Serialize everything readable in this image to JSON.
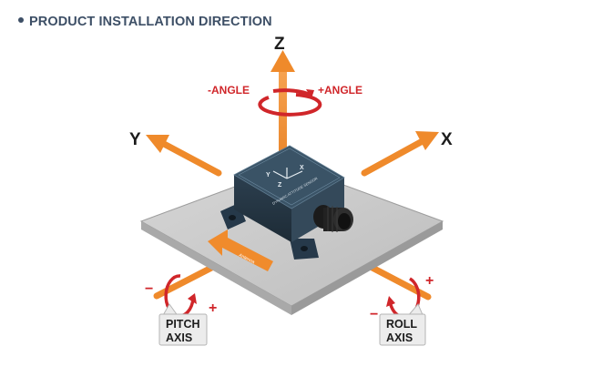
{
  "heading": "PRODUCT INSTALLATION DIRECTION",
  "axes": {
    "z": "Z",
    "y": "Y",
    "x": "X"
  },
  "z_rotation": {
    "negative_label": "-ANGLE",
    "positive_label": "+ANGLE"
  },
  "pitch": {
    "line1": "PITCH",
    "line2": "AXIS",
    "minus": "−",
    "plus": "+"
  },
  "roll": {
    "line1": "ROLL",
    "line2": "AXIS",
    "minus": "−",
    "plus": "+"
  },
  "sensor": {
    "face_y": "Y",
    "face_z": "Z",
    "face_x": "X",
    "side_text": "DYNAMIC ATTITUDE SENSOR",
    "direction_text": "Antenna"
  },
  "colors": {
    "arrow": "#f08b2c",
    "rotation": "#d0262a",
    "plate": "#c9c9c9",
    "sensor_body": "#2f4556",
    "heading": "#3d4f66"
  }
}
